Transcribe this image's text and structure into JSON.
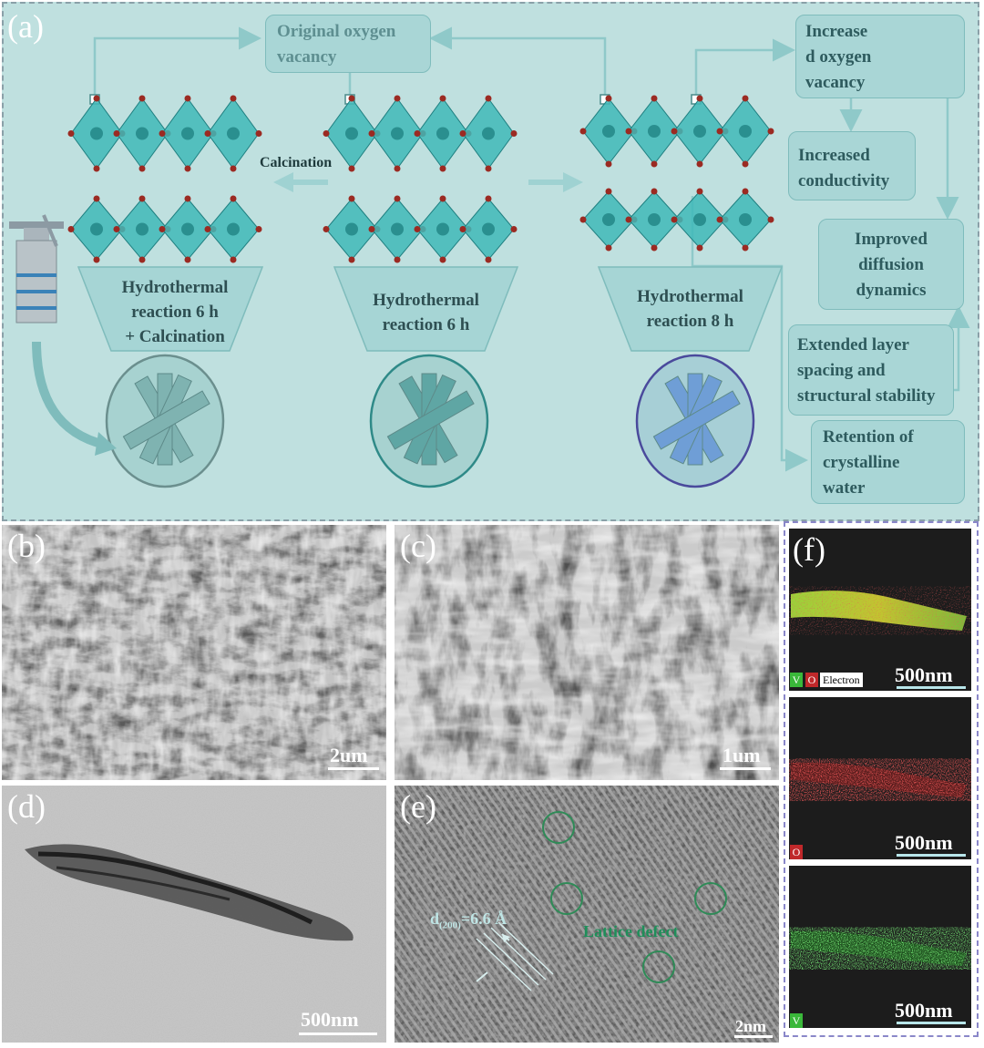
{
  "panel_labels": {
    "a": "(a)",
    "b": "(b)",
    "c": "(c)",
    "d": "(d)",
    "e": "(e)",
    "f": "(f)"
  },
  "diagram": {
    "original_oxygen_vacancy": [
      "Original oxygen",
      "vacancy"
    ],
    "calcination_label": "Calcination",
    "funnels": [
      [
        "Hydrothermal",
        "reaction 6 h",
        "+ Calcination"
      ],
      [
        "Hydrothermal",
        "reaction 6 h"
      ],
      [
        "Hydrothermal",
        "reaction 8 h"
      ]
    ],
    "right_boxes": [
      [
        "Increase",
        "d oxygen",
        "vacancy"
      ],
      [
        "Increased",
        "conductivity"
      ],
      [
        "Improved",
        "diffusion",
        "dynamics"
      ],
      [
        "Extended layer",
        "spacing and",
        "structural stability"
      ],
      [
        "Retention of",
        "crystalline",
        "water"
      ]
    ]
  },
  "micrographs": {
    "b_scale": "2um",
    "c_scale": "1um",
    "d_scale": "500nm",
    "e_scale": "2nm",
    "e_spacing_label": "d(200)=6.6 Å",
    "e_spacing_main": "d",
    "e_spacing_sub": "(200)",
    "e_spacing_rest": "=6.6 Å",
    "e_defect_label": "Lattice defect"
  },
  "mapping": {
    "scales": [
      "500nm",
      "500nm",
      "500nm"
    ],
    "legend_v": "V",
    "legend_o": "O",
    "legend_electron": "Electron",
    "tag_o": "O",
    "tag_v": "V"
  },
  "colors": {
    "panel_bg": "#bfe0df",
    "box_fill": "#a9d6d6",
    "octahedron": "#3fb8b8",
    "oxygen_atom": "#9b2a22",
    "defect_circle": "#2e8b57",
    "map_o": "#c0282a",
    "map_v": "#3ab83a"
  }
}
